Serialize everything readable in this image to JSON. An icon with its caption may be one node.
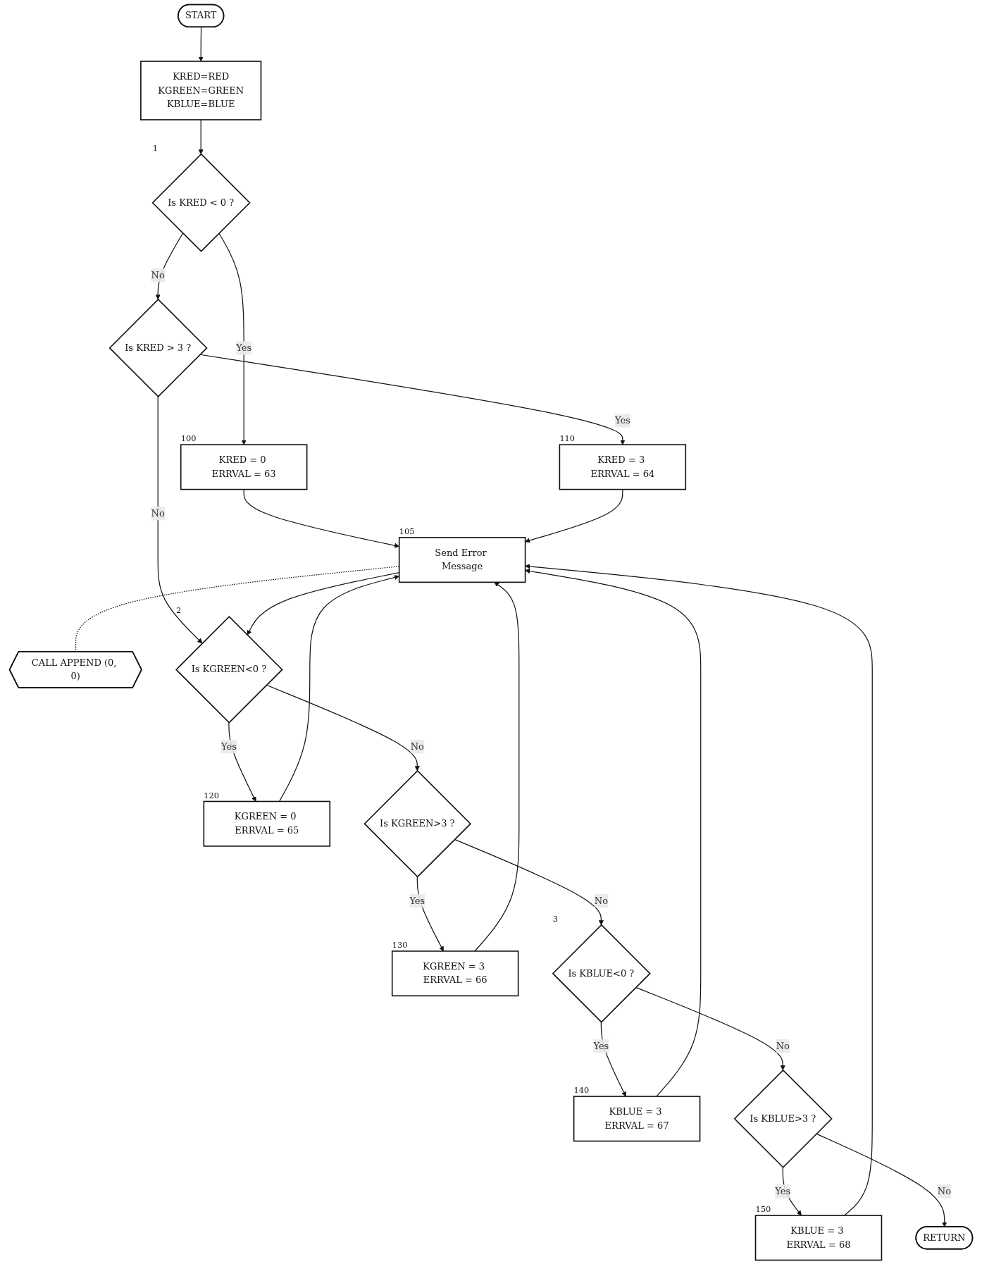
{
  "diagram": {
    "nodes": [
      {
        "text": [
          "START"
        ]
      },
      {
        "text": [
          "KRED=RED",
          "KGREEN=GREEN",
          "KBLUE=BLUE"
        ]
      },
      {
        "text": [
          "Is KRED < 0 ?"
        ],
        "beside": [
          "1"
        ]
      },
      {
        "text": [
          "KRED = 0 ERRVAL = 63"
        ],
        "beside": [
          "100"
        ]
      },
      {
        "text": [
          "Is KRED > 3 ?"
        ]
      },
      {
        "text": [
          "KRED = 3 ERRVAL = 64"
        ],
        "beside": [
          "110"
        ]
      },
      {
        "text": [
          "Send Error Message"
        ],
        "beside": [
          "105"
        ]
      },
      {
        "text": [
          "CALL APPEND (0, 0)"
        ]
      },
      {
        "text": [
          "Is KGREEN<0 ?"
        ],
        "beside": [
          "2"
        ]
      },
      {
        "text": [
          "KGREEN = 0 ERRVAL = 65"
        ],
        "beside": [
          "120"
        ]
      },
      {
        "text": [
          "Is KGREEN>3 ?"
        ]
      },
      {
        "text": [
          "KGREEN = 3 ERRVAL = 66"
        ],
        "beside": [
          "130"
        ]
      },
      {
        "text": [
          "Is KBLUE<0 ?"
        ],
        "beside": [
          "3"
        ]
      },
      {
        "text": [
          "KBLUE = 3 ERRVAL = 67"
        ],
        "beside": [
          "140"
        ]
      },
      {
        "text": [
          "Is KBLUE>3 ?"
        ]
      },
      {
        "text": [
          "KBLUE = 3 ERRVAL = 68"
        ],
        "beside": [
          "150"
        ]
      },
      {
        "text": [
          "RETURN"
        ]
      }
    ],
    "edges": [
      {
        "from": 0,
        "to": 1,
        "arrow": "to"
      },
      {
        "from": 1,
        "to": 2,
        "arrow": "to"
      },
      {
        "from": 2,
        "to": 3,
        "arrow": "to",
        "label": "Yes"
      },
      {
        "from": 2,
        "to": 4,
        "arrow": "to",
        "label": "No"
      },
      {
        "from": 3,
        "to": 6,
        "arrow": "to"
      },
      {
        "from": 4,
        "to": 5,
        "arrow": "to",
        "label": "Yes"
      },
      {
        "from": 4,
        "to": 8,
        "arrow": "to",
        "label": "No"
      },
      {
        "from": 5,
        "to": 6,
        "arrow": "to"
      },
      {
        "from": 6,
        "to": 7,
        "arrow": "none",
        "style": "dashed"
      },
      {
        "from": 6,
        "to": 8,
        "arrow": "to"
      },
      {
        "from": 8,
        "to": 9,
        "arrow": "to",
        "label": "Yes"
      },
      {
        "from": 8,
        "to": 10,
        "arrow": "to",
        "label": "No"
      },
      {
        "from": 9,
        "to": 6,
        "arrow": "to"
      },
      {
        "from": 10,
        "to": 11,
        "arrow": "to",
        "label": "Yes"
      },
      {
        "from": 10,
        "to": 12,
        "arrow": "to",
        "label": "No"
      },
      {
        "from": 11,
        "to": 6,
        "arrow": "to"
      },
      {
        "from": 12,
        "to": 13,
        "arrow": "to",
        "label": "Yes"
      },
      {
        "from": 12,
        "to": 14,
        "arrow": "to",
        "label": "No"
      },
      {
        "from": 13,
        "to": 6,
        "arrow": "to"
      },
      {
        "from": 14,
        "to": 15,
        "arrow": "to",
        "label": "Yes"
      },
      {
        "from": 14,
        "to": 16,
        "arrow": "to",
        "label": "No"
      },
      {
        "from": 15,
        "to": 6,
        "arrow": "to"
      }
    ]
  }
}
